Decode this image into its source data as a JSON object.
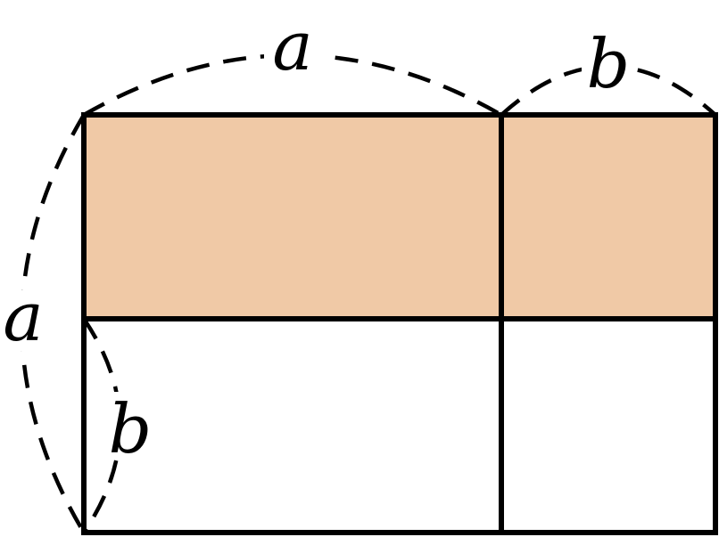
{
  "labels": {
    "top_a": "a",
    "top_b": "b",
    "left_a": "a",
    "left_b": "b"
  },
  "colors": {
    "shaded_fill": "#F0C9A6",
    "unshaded_fill": "#FFFFFF",
    "line": "#000000"
  }
}
